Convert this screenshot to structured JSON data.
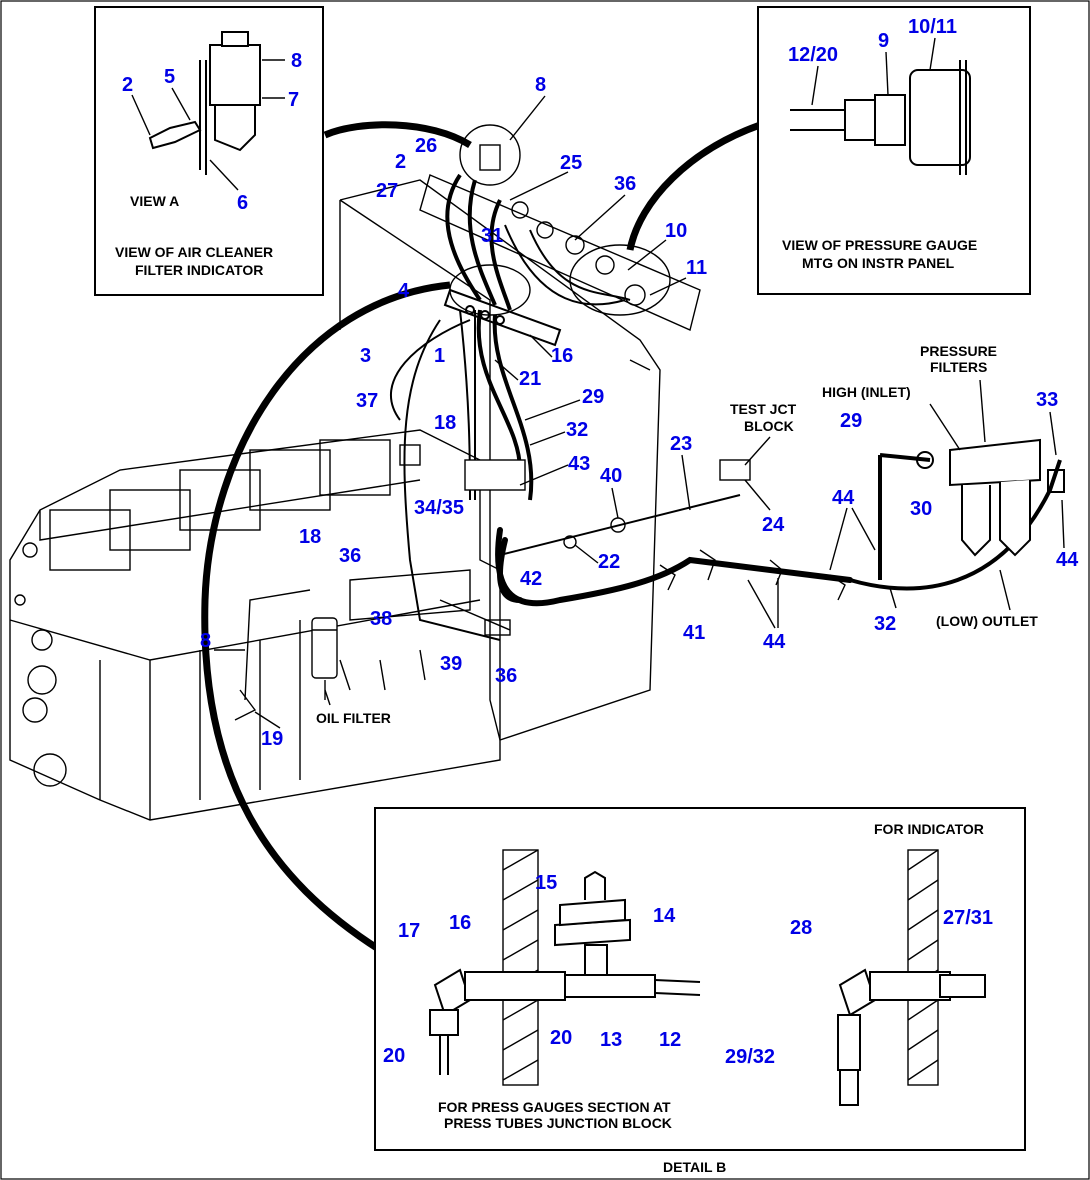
{
  "views": {
    "view_a_title": "VIEW A",
    "air_cleaner_l1": "VIEW OF AIR CLEANER",
    "air_cleaner_l2": "FILTER INDICATOR",
    "gauge_mtg_l1": "VIEW OF PRESSURE GAUGE",
    "gauge_mtg_l2": "MTG ON INSTR PANEL",
    "for_indicator": "FOR INDICATOR",
    "press_section_l1": "FOR PRESS GAUGES SECTION AT",
    "press_section_l2": "PRESS TUBES JUNCTION BLOCK",
    "detail_b": "DETAIL B"
  },
  "labels": {
    "pressure_filters_l1": "PRESSURE",
    "pressure_filters_l2": "FILTERS",
    "high_inlet": "HIGH (INLET)",
    "test_jct_l1": "TEST JCT",
    "test_jct_l2": "BLOCK",
    "low_outlet": "(LOW) OUTLET",
    "oil_filter": "OIL FILTER"
  },
  "callouts": {
    "va_2": "2",
    "va_5": "5",
    "va_8": "8",
    "va_7": "7",
    "va_6": "6",
    "vg_12_20": "12/20",
    "vg_9": "9",
    "vg_10_11": "10/11",
    "m_8": "8",
    "m_26": "26",
    "m_2": "2",
    "m_25": "25",
    "m_27": "27",
    "m_36a": "36",
    "m_31": "31",
    "m_10": "10",
    "m_11": "11",
    "m_4": "4",
    "m_3": "3",
    "m_1": "1",
    "m_16": "16",
    "m_21": "21",
    "m_37": "37",
    "m_29a": "29",
    "m_18a": "18",
    "m_32a": "32",
    "m_43": "43",
    "m_23": "23",
    "m_40": "40",
    "m_24": "24",
    "m_34_35": "34/35",
    "m_22": "22",
    "m_36b": "36",
    "m_42": "42",
    "m_18b": "18",
    "m_38": "38",
    "m_8b": "8",
    "m_39": "39",
    "m_36c": "36",
    "m_19": "19",
    "m_41": "41",
    "m_44a": "44",
    "m_44b": "44",
    "m_44c": "44",
    "m_29b": "29",
    "m_30": "30",
    "m_33": "33",
    "m_32b": "32",
    "d_15": "15",
    "d_14": "14",
    "d_17": "17",
    "d_16": "16",
    "d_20a": "20",
    "d_20b": "20",
    "d_13": "13",
    "d_12": "12",
    "d_28": "28",
    "d_27_31": "27/31",
    "d_29_32": "29/32"
  }
}
